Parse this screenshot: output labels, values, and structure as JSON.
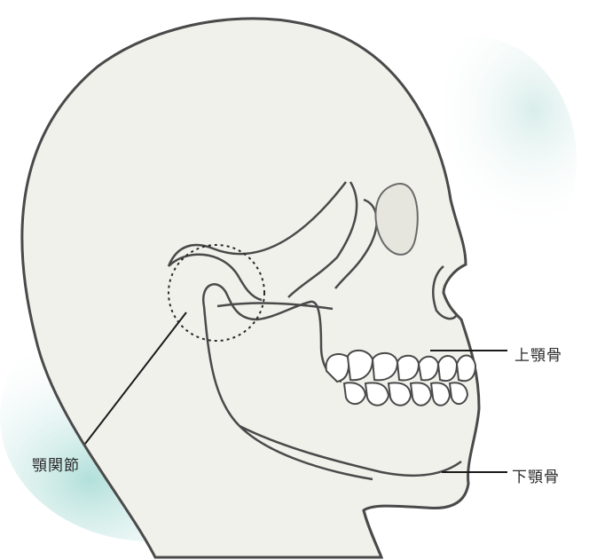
{
  "labels": {
    "tmj": "顎関節",
    "maxilla": "上顎骨",
    "mandible": "下顎骨"
  },
  "colors": {
    "skull_fill": "#f1f1ec",
    "outline": "#4a4a4a",
    "shadow": "#bfe3df",
    "leader_line": "#1a1a1a"
  }
}
